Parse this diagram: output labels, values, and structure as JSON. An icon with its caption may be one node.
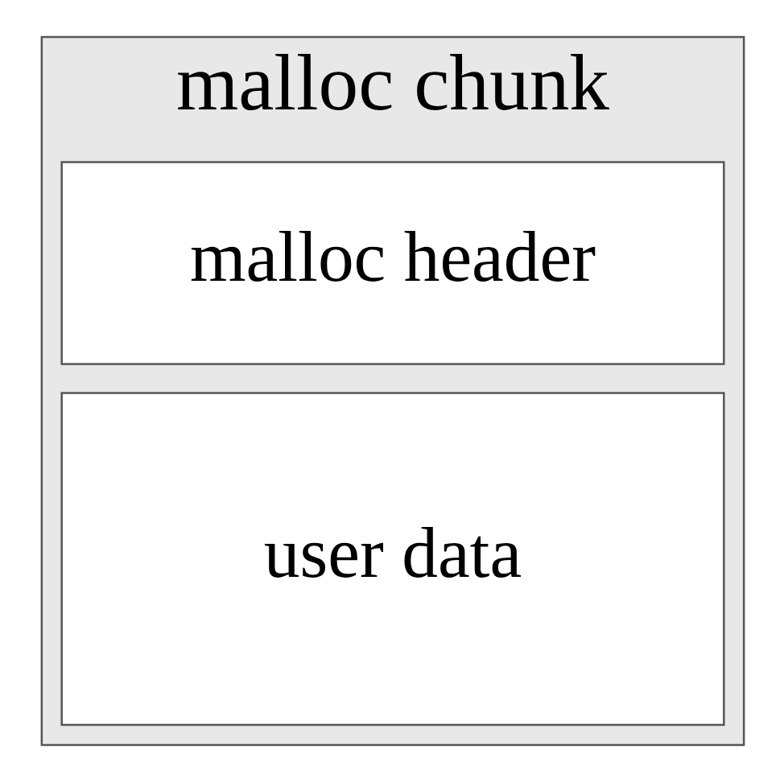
{
  "diagram": {
    "nodes": [
      {
        "text": [
          "malloc chunk"
        ]
      },
      {
        "text": [
          "malloc header"
        ],
        "in": 0
      },
      {
        "text": [
          "user data"
        ],
        "in": 0
      }
    ]
  }
}
